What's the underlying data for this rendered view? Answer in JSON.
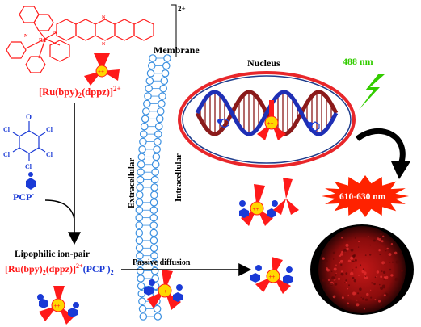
{
  "colors": {
    "ru_red": "#ff1a1a",
    "pcp_blue": "#1a3ad6",
    "membrane_blue": "#3a8fe0",
    "nucleus_ring_red": "#e8262a",
    "nucleus_ring_blue": "#1e3c8c",
    "dna_red": "#8b1a1a",
    "dna_blue": "#1f2fb5",
    "laser_green": "#33cc00",
    "burst_red": "#ff2200",
    "cell_red": "#b01010"
  },
  "labels": {
    "charge_sup": "2+",
    "complex_name_pre": "[Ru(bpy)",
    "complex_name_sub1": "2",
    "complex_name_mid": "(dppz)]",
    "complex_name_sup": "2+",
    "membrane": "Membrane",
    "nucleus": "Nucleus",
    "laser_wavelength": "488 nm",
    "emission_wavelength": "610-630 nm",
    "extracellular": "Extracellular",
    "intracellular": "Intracellular",
    "pcp_label": "PCP",
    "pcp_sup": "-",
    "ion_pair_title": "Lipophilic ion-pair",
    "ion_pair_formula_pre": "[Ru(bpy)",
    "ion_pair_sub1": "2",
    "ion_pair_mid": "(dppz)]",
    "ion_pair_sup1": "2+",
    "ion_pair_paren": "(PCP",
    "ion_pair_sup2": "-",
    "ion_pair_close": ")",
    "ion_pair_sub2": "2",
    "passive_diffusion": "Passive diffusion",
    "atom_o": "O",
    "atom_o_charge": "-",
    "atom_cl": "Cl",
    "atom_ru": "Ru",
    "atom_n": "N"
  }
}
